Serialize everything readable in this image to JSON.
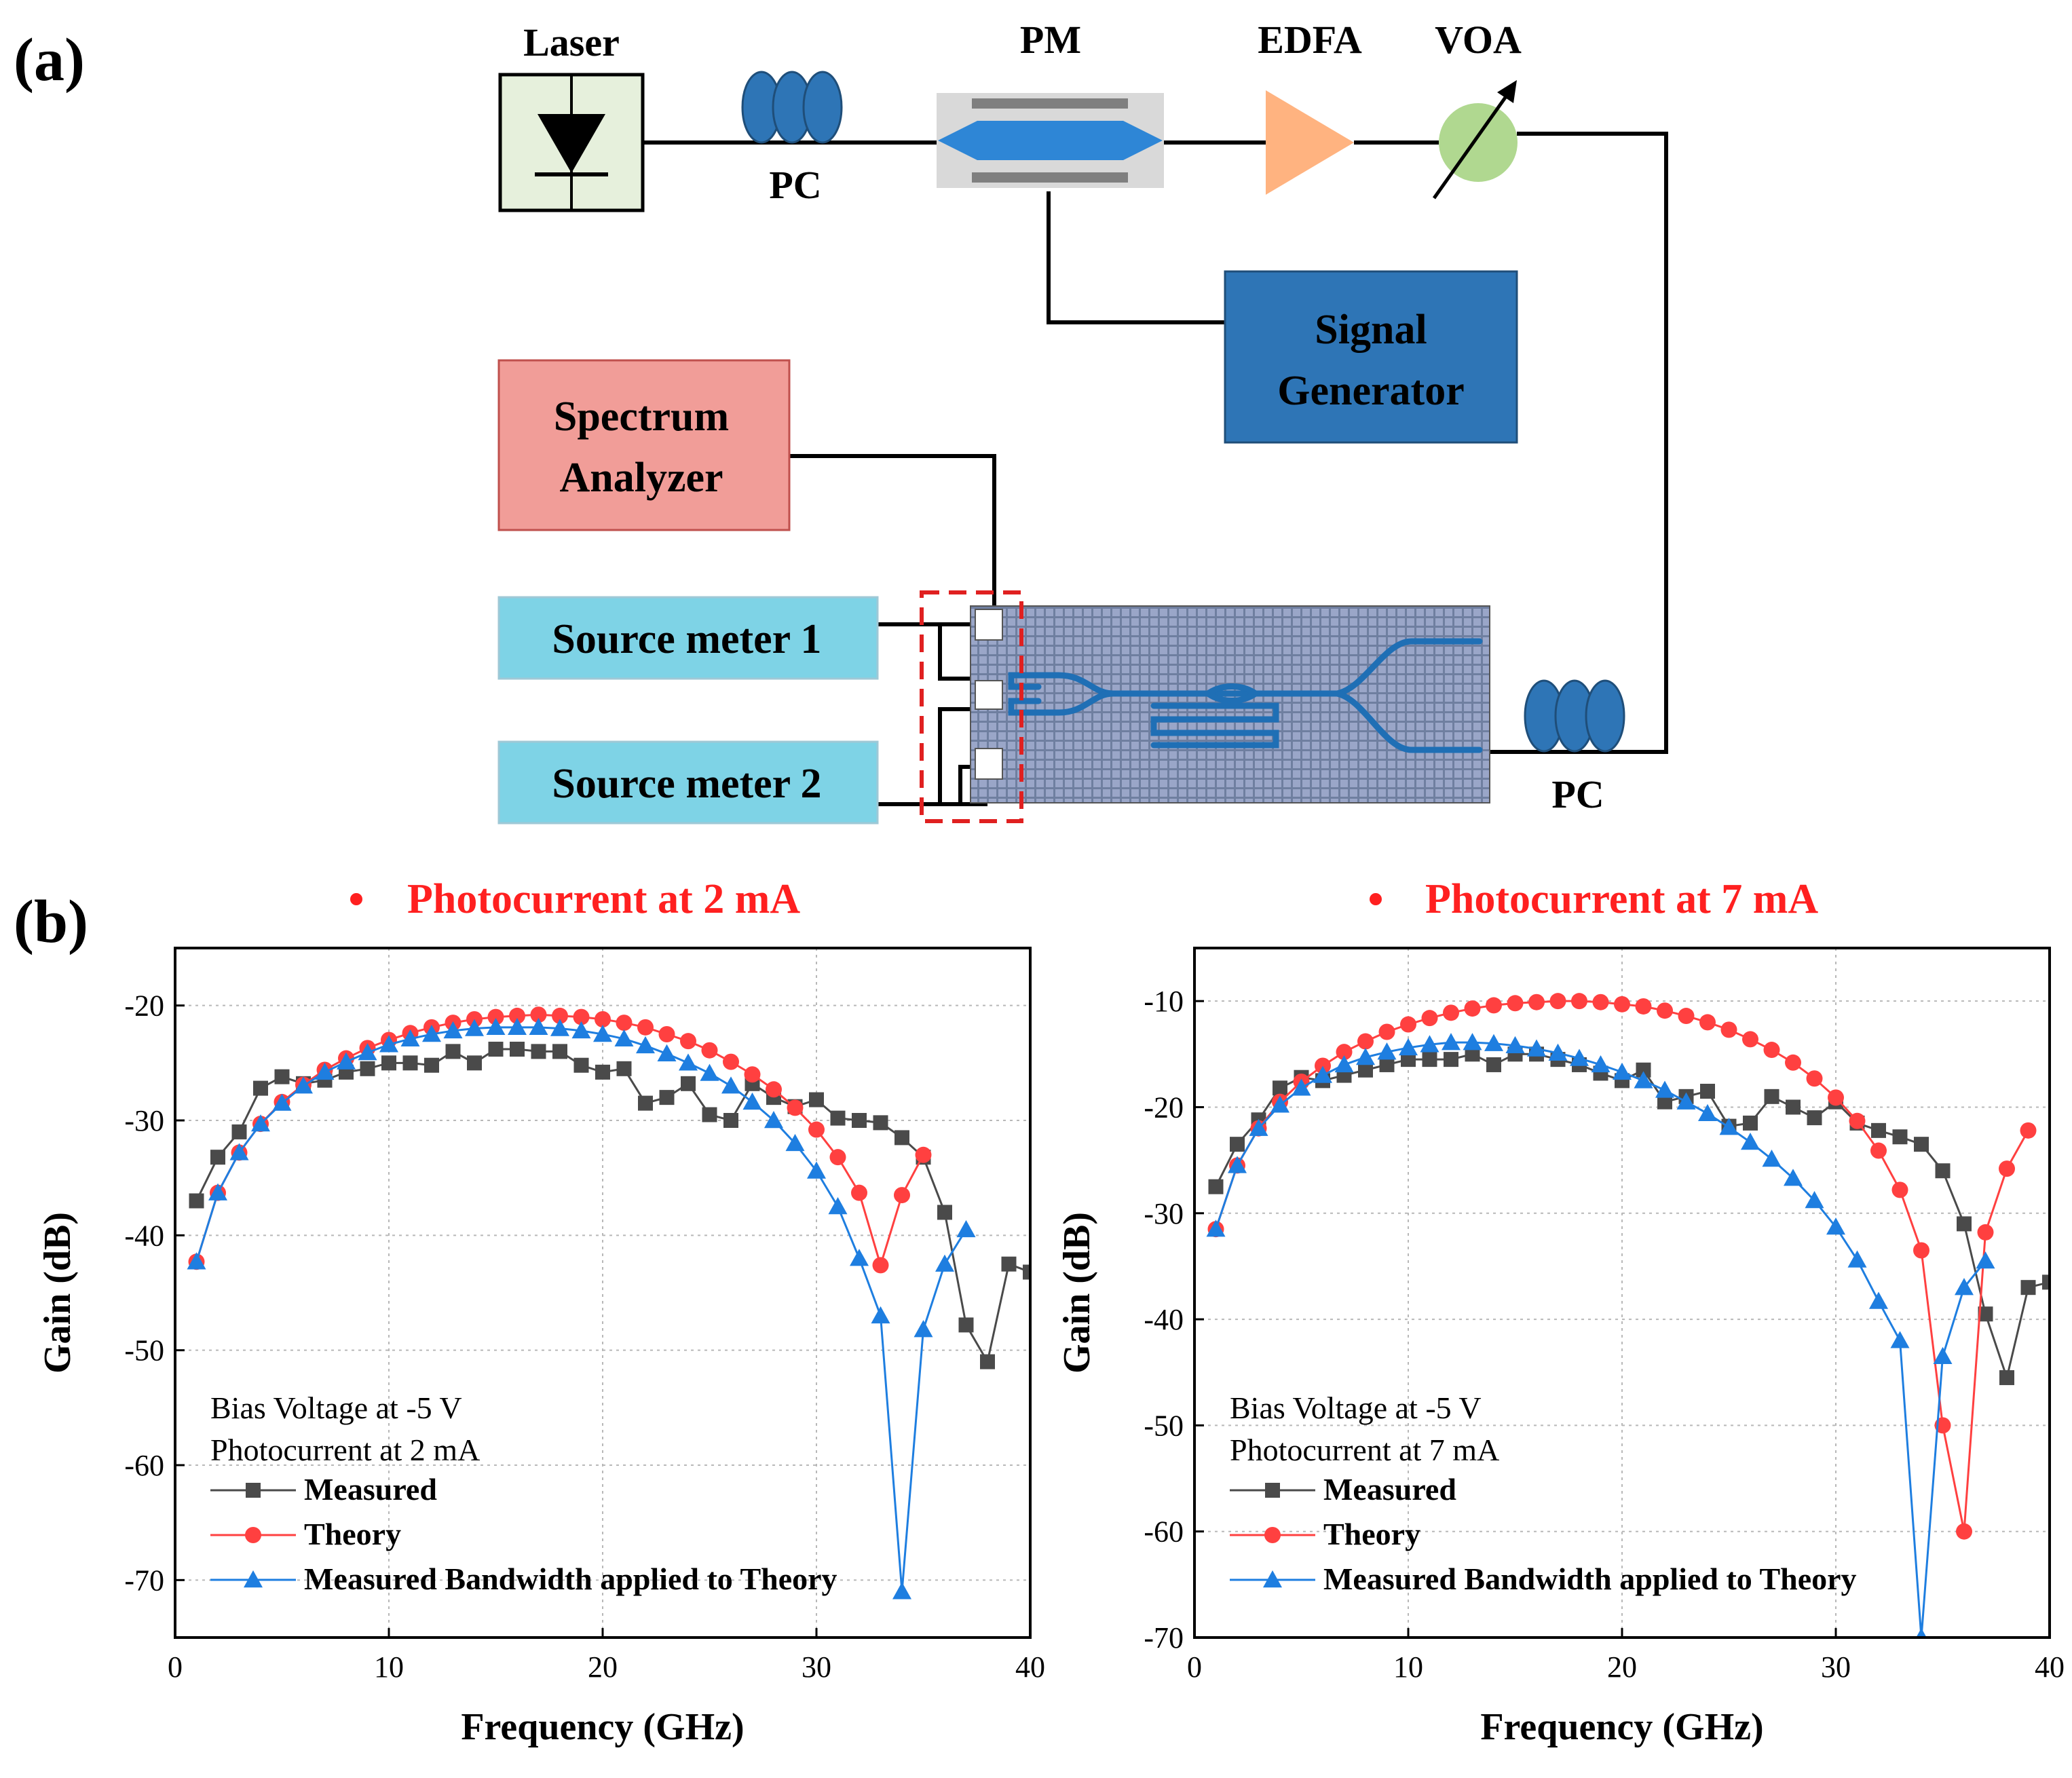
{
  "figure": {
    "panel_a_label": "(a)",
    "panel_b_label": "(b)"
  },
  "setup": {
    "laser": "Laser",
    "pc_top": "PC",
    "pm": "PM",
    "edfa": "EDFA",
    "voa": "VOA",
    "signal_generator": [
      "Signal",
      "Generator"
    ],
    "spectrum_analyzer": [
      "Spectrum",
      "Analyzer"
    ],
    "source_meter_1": "Source meter 1",
    "source_meter_2": "Source meter 2",
    "pc_bottom": "PC",
    "colors": {
      "laser_fill": "#e6f0dc",
      "pc_fill": "#2e75b6",
      "pm_fill": "#d9d9d9",
      "pm_waveguide": "#2e86d6",
      "edfa_fill": "#ffb380",
      "voa_fill": "#b0d890",
      "signal_gen_fill": "#2e75b6",
      "spectrum_fill": "#f19d98",
      "source_meter_fill": "#7ed3e6",
      "dashed_box": "#e02020"
    }
  },
  "chart_data": [
    {
      "type": "line",
      "title": "Photocurrent at 2 mA",
      "xlabel": "Frequency (GHz)",
      "ylabel": "Gain (dB)",
      "xlim": [
        0,
        40
      ],
      "ylim": [
        -75,
        -15
      ],
      "xticks": [
        0,
        10,
        20,
        30,
        40
      ],
      "yticks": [
        -20,
        -30,
        -40,
        -50,
        -60,
        -70
      ],
      "grid": true,
      "annotations": [
        "Bias Voltage at -5 V",
        "Photocurrent at 2 mA"
      ],
      "legend_position": "bottom-left",
      "x": [
        1,
        2,
        3,
        4,
        5,
        6,
        7,
        8,
        9,
        10,
        11,
        12,
        13,
        14,
        15,
        16,
        17,
        18,
        19,
        20,
        21,
        22,
        23,
        24,
        25,
        26,
        27,
        28,
        29,
        30,
        31,
        32,
        33,
        34,
        35,
        36,
        37,
        38,
        39,
        40
      ],
      "series": [
        {
          "name": "Measured",
          "color": "#4a4a4a",
          "marker": "square",
          "values": [
            -37,
            -33.2,
            -31,
            -27.2,
            -26.2,
            -26.8,
            -26.5,
            -25.8,
            -25.5,
            -25,
            -25,
            -25.2,
            -24,
            -25,
            -23.8,
            -23.8,
            -24,
            -24,
            -25.2,
            -25.8,
            -25.5,
            -28.5,
            -28,
            -26.8,
            -29.5,
            -30,
            -26.8,
            -28,
            -28.8,
            -28.2,
            -29.8,
            -30,
            -30.2,
            -31.5,
            -33.2,
            -38,
            -47.8,
            -51,
            -42.5,
            -43.2
          ]
        },
        {
          "name": "Theory",
          "color": "#ff4040",
          "marker": "circle",
          "values": [
            -42.3,
            -36.3,
            -32.8,
            -30.3,
            -28.4,
            -26.9,
            -25.6,
            -24.6,
            -23.7,
            -23,
            -22.4,
            -21.9,
            -21.5,
            -21.2,
            -21,
            -20.9,
            -20.8,
            -20.9,
            -21,
            -21.2,
            -21.5,
            -21.9,
            -22.5,
            -23.1,
            -23.9,
            -24.9,
            -26,
            -27.3,
            -28.9,
            -30.8,
            -33.2,
            -36.3,
            -42.6,
            -36.5,
            -33
          ]
        },
        {
          "name": "Measured Bandwidth applied to Theory",
          "color": "#1e7ee0",
          "marker": "triangle",
          "values": [
            -42.3,
            -36.3,
            -32.8,
            -30.3,
            -28.5,
            -27,
            -25.8,
            -24.9,
            -24.1,
            -23.4,
            -22.9,
            -22.5,
            -22.2,
            -22,
            -21.9,
            -21.9,
            -21.9,
            -22,
            -22.2,
            -22.5,
            -22.9,
            -23.5,
            -24.2,
            -25,
            -25.9,
            -27,
            -28.4,
            -30,
            -32,
            -34.4,
            -37.5,
            -42,
            -47,
            -71,
            -48.2,
            -42.5,
            -39.5
          ]
        }
      ]
    },
    {
      "type": "line",
      "title": "Photocurrent at 7 mA",
      "xlabel": "Frequency (GHz)",
      "ylabel": "Gain (dB)",
      "xlim": [
        0,
        40
      ],
      "ylim": [
        -70,
        -5
      ],
      "xticks": [
        0,
        10,
        20,
        30,
        40
      ],
      "yticks": [
        -10,
        -20,
        -30,
        -40,
        -50,
        -60,
        -70
      ],
      "grid": true,
      "annotations": [
        "Bias Voltage at -5 V",
        "Photocurrent at 7 mA"
      ],
      "legend_position": "bottom-left",
      "x": [
        1,
        2,
        3,
        4,
        5,
        6,
        7,
        8,
        9,
        10,
        11,
        12,
        13,
        14,
        15,
        16,
        17,
        18,
        19,
        20,
        21,
        22,
        23,
        24,
        25,
        26,
        27,
        28,
        29,
        30,
        31,
        32,
        33,
        34,
        35,
        36,
        37,
        38,
        39,
        40
      ],
      "series": [
        {
          "name": "Measured",
          "color": "#4a4a4a",
          "marker": "square",
          "values": [
            -27.5,
            -23.5,
            -21.2,
            -18.2,
            -17.2,
            -17.5,
            -17,
            -16.5,
            -16,
            -15.5,
            -15.5,
            -15.5,
            -15,
            -16,
            -15,
            -15,
            -15.5,
            -16,
            -16.8,
            -17.5,
            -16.5,
            -19.5,
            -19,
            -18.5,
            -21.8,
            -21.5,
            -19,
            -20,
            -21,
            -19.5,
            -21.5,
            -22.2,
            -22.8,
            -23.5,
            -26,
            -31,
            -39.5,
            -45.5,
            -37,
            -36.5
          ]
        },
        {
          "name": "Theory",
          "color": "#ff4040",
          "marker": "circle",
          "values": [
            -31.5,
            -25.5,
            -22,
            -19.5,
            -17.6,
            -16.1,
            -14.8,
            -13.8,
            -12.9,
            -12.2,
            -11.6,
            -11.1,
            -10.7,
            -10.4,
            -10.2,
            -10.1,
            -10,
            -10,
            -10.1,
            -10.3,
            -10.5,
            -10.9,
            -11.4,
            -12,
            -12.7,
            -13.6,
            -14.6,
            -15.8,
            -17.3,
            -19.1,
            -21.3,
            -24.1,
            -27.8,
            -33.5,
            -50,
            -60,
            -31.8,
            -25.8,
            -22.2
          ]
        },
        {
          "name": "Measured Bandwidth applied to Theory",
          "color": "#1e7ee0",
          "marker": "triangle",
          "values": [
            -31.5,
            -25.5,
            -22,
            -19.8,
            -18.2,
            -17,
            -16,
            -15.3,
            -14.8,
            -14.4,
            -14.1,
            -13.9,
            -13.9,
            -14,
            -14.2,
            -14.5,
            -14.9,
            -15.4,
            -16,
            -16.7,
            -17.5,
            -18.4,
            -19.5,
            -20.6,
            -21.9,
            -23.3,
            -24.9,
            -26.7,
            -28.8,
            -31.3,
            -34.4,
            -38.3,
            -42,
            -70,
            -43.5,
            -37,
            -34.5
          ]
        }
      ]
    }
  ]
}
